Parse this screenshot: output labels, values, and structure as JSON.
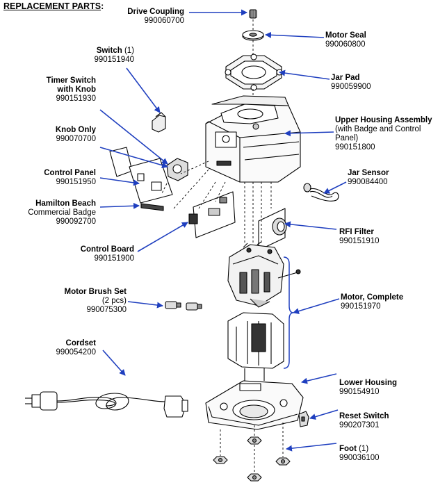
{
  "heading": "REPLACEMENT PARTS",
  "heading_suffix": ":",
  "arrow_color": "#1f3fbf",
  "parts": {
    "drive_coupling": {
      "title": "Drive Coupling",
      "number": "990060700"
    },
    "motor_seal": {
      "title": "Motor Seal",
      "number": "990060800"
    },
    "switch": {
      "title": "Switch",
      "qty": " (1)",
      "number": "990151940"
    },
    "jar_pad": {
      "title": "Jar Pad",
      "number": "990059900"
    },
    "timer_switch": {
      "title1": "Timer Switch",
      "title2": "with Knob",
      "number": "990151930"
    },
    "upper_housing": {
      "title": "Upper Housing Assembly",
      "desc1": "(with Badge and Control",
      "desc2": "Panel)",
      "number": "990151800"
    },
    "knob_only": {
      "title": "Knob Only",
      "number": "990070700"
    },
    "jar_sensor": {
      "title": "Jar Sensor",
      "number": "990084400"
    },
    "control_panel": {
      "title": "Control Panel",
      "number": "990151950"
    },
    "hamilton_beach": {
      "title": "Hamilton Beach",
      "desc": "Commercial Badge",
      "number": "990092700"
    },
    "rfi_filter": {
      "title": "RFI Filter",
      "number": "990151910"
    },
    "control_board": {
      "title": "Control Board",
      "number": "990151900"
    },
    "motor_complete": {
      "title": "Motor, Complete",
      "number": "990151970"
    },
    "motor_brush": {
      "title": "Motor Brush Set",
      "desc": "(2 pcs)",
      "number": "990075300"
    },
    "cordset": {
      "title": "Cordset",
      "number": "990054200"
    },
    "lower_housing": {
      "title": "Lower Housing",
      "number": "990154910"
    },
    "reset_switch": {
      "title": "Reset Switch",
      "number": "990207301"
    },
    "foot": {
      "title": "Foot",
      "qty": " (1)",
      "number": "990036100"
    }
  }
}
